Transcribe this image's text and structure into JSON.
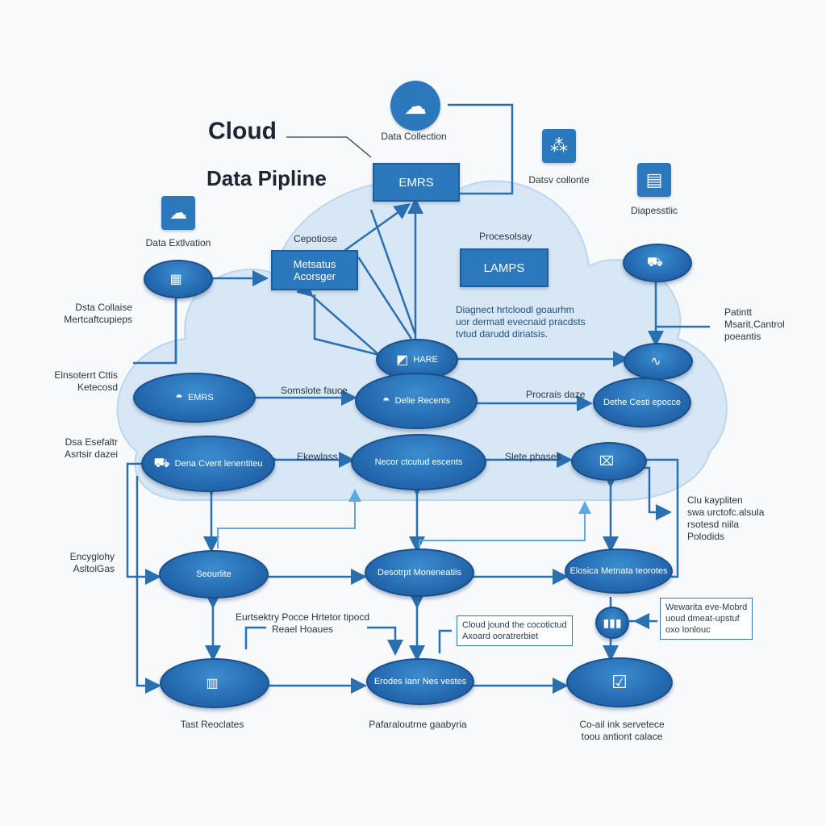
{
  "title": {
    "line1": "Cloud",
    "line2": "Data Pipline"
  },
  "colors": {
    "node": "#2367ad",
    "cloud": "#d6e6f4",
    "line": "#2a6fb0",
    "accent_line": "#5fa8dc"
  },
  "top_icons": {
    "cloud_icon": {
      "icon": "cloud-icon",
      "label": "Data Collection"
    },
    "network_icon": {
      "icon": "network-icon",
      "label": "Datsv collonte"
    },
    "diag_icon": {
      "icon": "window-icon",
      "label": "Diapesstlic"
    },
    "left_icon": {
      "icon": "folder-cloud-icon",
      "label": "Data Extlvation"
    }
  },
  "boxes": {
    "emrs_top": "EMRS",
    "metadata": "Metsatus\nAcorsger",
    "lamps": "LAMPS"
  },
  "labels": {
    "cepotiose": "Cepotiose",
    "procesolsay": "Procesolsay",
    "diagnost": "Diagnect hrtcloodl goaurhm\nuor dermatl evecnaid pracdsts\ntvtud darudd diriatsis.",
    "data_collaise": "Dsta Collaise\nMertcaftcupieps",
    "elnsotert": "Elnsoterrt Cttis\nKetecosd",
    "doa_esefaltr": "Dsa Esefaltr\nAsrtsir dazei",
    "encyglohy": "Encyglohy\nAsltolGas",
    "patintt": "Patintt\nMsarit,Cantrol\npoeantis",
    "clu_kaypliten": "Clu kaypliten\nswa urctofc.alsula\nrsotesd niila\nPolodids",
    "somilc_face": "Somslote fauce",
    "ekowlass": "Ekewlass",
    "procrais_daze": "Procrais daze",
    "slete_phases": "Slete phases",
    "eurtsektry": "Eurtsektry Pocce Hrtetor tipocd\nReael Hoaues",
    "tast_reoclates": "Tast Reoclates",
    "pafaral": "Pafaraloutrne gaabyria",
    "co_ail": "Co-ail ink servetece\ntoou antiont calace"
  },
  "outline_boxes": {
    "cloud_jound": "Cloud jound the cocotictud\nAxoard ooratrerbiet",
    "wewarita": "Wewarita eve-Mobrd\nuoud dmeat-upstuf\noxo lonlouc"
  },
  "nodes": {
    "n_grid": {
      "label": "",
      "icon": "grid-icon"
    },
    "n_hare": {
      "label": "HARE",
      "icon": "chart-icon"
    },
    "n_patient": {
      "label": "",
      "icon": "toolbox-icon"
    },
    "n_wave": {
      "label": "",
      "icon": "waveform-icon"
    },
    "n_emrs": {
      "label": "EMRS",
      "icon": "headset-icon"
    },
    "n_delie": {
      "label": "Delie Recents",
      "icon": "headset-icon"
    },
    "n_dethe": {
      "label": "Dethe Cesti epocce",
      "icon": ""
    },
    "n_dena": {
      "label": "Dena Cvent lenentiteu",
      "icon": "truck-icon"
    },
    "n_necor": {
      "label": "Necor ctcutud escents",
      "icon": ""
    },
    "n_chart": {
      "label": "",
      "icon": "folder-chart-icon"
    },
    "n_seourlite": {
      "label": "Seourlite",
      "icon": ""
    },
    "n_desotrpt": {
      "label": "Desotrpt Moneneatiis",
      "icon": ""
    },
    "n_elosica": {
      "label": "Elosica Metnata teorotes",
      "icon": ""
    },
    "n_bars": {
      "label": "",
      "icon": "bars-icon"
    },
    "n_city": {
      "label": "",
      "icon": "building-icon"
    },
    "n_erodes": {
      "label": "Erodes Ianr Nes vestes",
      "icon": ""
    },
    "n_check": {
      "label": "",
      "icon": "check-icon"
    }
  }
}
